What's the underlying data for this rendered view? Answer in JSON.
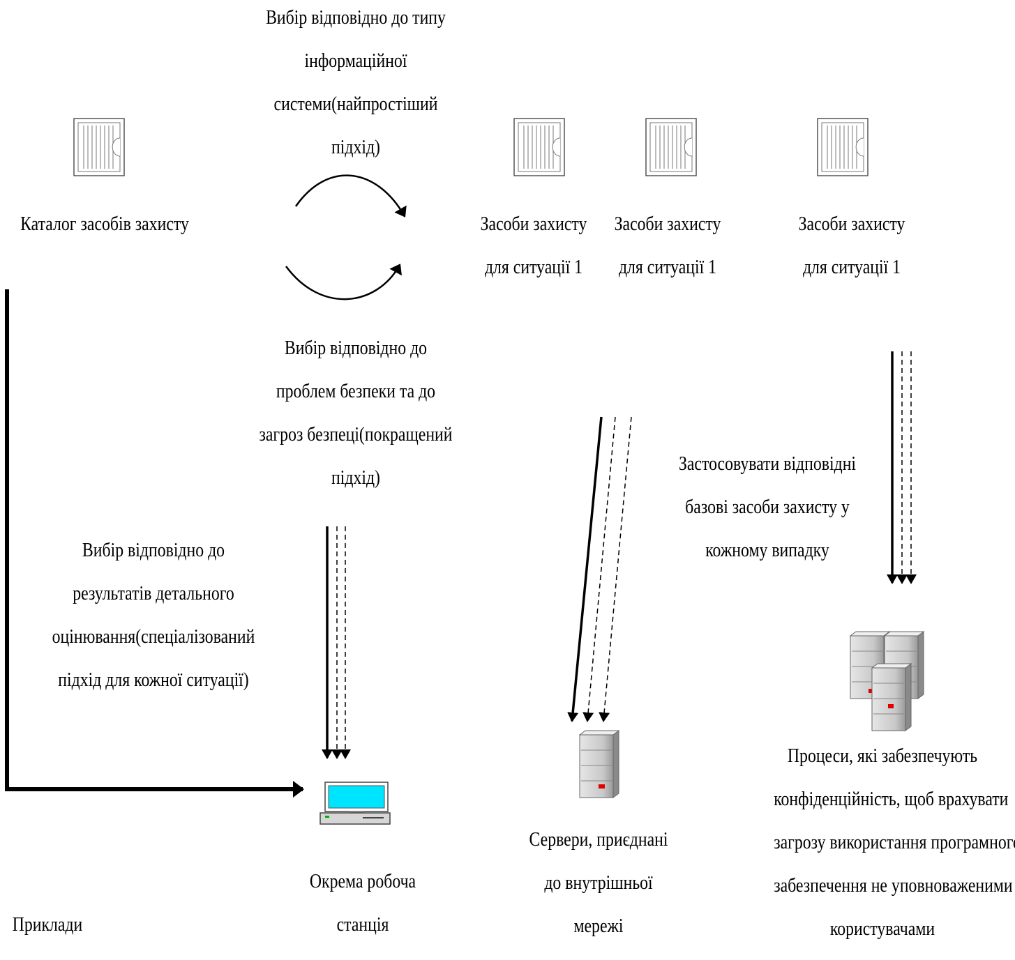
{
  "catalog": {
    "label": "Каталог засобів захисту"
  },
  "approaches": {
    "simple": [
      "Вибір відповідно до типу",
      "інформаційної",
      "системи(найпростіший",
      "підхід)"
    ],
    "improved": [
      "Вибір відповідно до",
      "проблем безпеки та до",
      "загроз безпеці(покращений",
      "підхід)"
    ],
    "detailed": [
      "Вибір відповідно до",
      "результатів детального",
      "оцінювання(спеціалізований",
      "підхід для кожної ситуації)"
    ]
  },
  "safeguard_sets": [
    [
      "Засоби захисту",
      "для ситуації 1"
    ],
    [
      "Засоби захисту",
      "для ситуації 1"
    ],
    [
      "Засоби захисту",
      "для ситуації 1"
    ]
  ],
  "apply_text": [
    "Застосовувати відповідні",
    "базові засоби захисту у",
    "кожному випадку"
  ],
  "targets": {
    "workstation": [
      "Окрема робоча",
      "станція"
    ],
    "servers": [
      "Сервери, приєднані",
      "до внутрішньої",
      "мережі"
    ],
    "processes": [
      "Процеси, які забезпечують",
      "конфіденційність, щоб врахувати",
      "загрозу використання програмного",
      "забезпечення не уповноваженими",
      "користувачами"
    ]
  },
  "examples_label": "Приклади",
  "colors": {
    "screen": "#00e5ff",
    "led_red": "#e00000",
    "led_green": "#00b000",
    "server_body": "#c8c8c8"
  }
}
